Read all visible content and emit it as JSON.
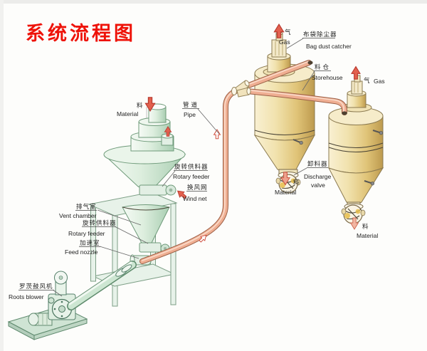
{
  "title": "系统流程图",
  "colors": {
    "title_red": "#ee1208",
    "arrow_red": "#d95343",
    "pipe_salmon": "#efae92",
    "silo_tan": "#ead9a2",
    "equipment_green": "#d6eadb",
    "label_text": "#222222"
  },
  "icons": {
    "gas_flow_arrow": "up-arrow",
    "material_flow_arrow": "down-arrow",
    "pipe_flow_arrow": "up-arrow-outline",
    "wind_net_arrow": "up-left-arrow"
  },
  "labels": {
    "material_in": {
      "cn": "料",
      "en": "Material"
    },
    "pipe": {
      "cn": "管道",
      "en": "Pipe"
    },
    "gas_left": {
      "cn": "气",
      "en": "Gas"
    },
    "bag_dust_catcher": {
      "cn": "布袋除尘器",
      "en": "Bag dust catcher"
    },
    "storehouse": {
      "cn": "料仓",
      "en": "Storehouse"
    },
    "gas_right": {
      "cn": "气",
      "en": "Gas"
    },
    "rotary_feeder_top": {
      "cn": "旋转供料器",
      "en": "Rotary feeder"
    },
    "wind_net": {
      "cn": "换风网",
      "en": "Wind net"
    },
    "vent_chamber": {
      "cn": "排气室",
      "en": "Vent chamber"
    },
    "rotary_feeder_left": {
      "cn": "旋转供料器",
      "en": "Rotary feeder"
    },
    "feed_nozzle": {
      "cn": "加速室",
      "en": "Feed nozzle"
    },
    "roots_blower": {
      "cn": "罗茨鼓风机",
      "en": "Roots blower"
    },
    "discharge_valve": {
      "cn": "卸料器",
      "en_line1": "Discharge",
      "en_line2": "valve"
    },
    "material_out_left": {
      "cn": "料",
      "en": "Material"
    },
    "material_out_right": {
      "cn": "料",
      "en": "Material"
    }
  }
}
